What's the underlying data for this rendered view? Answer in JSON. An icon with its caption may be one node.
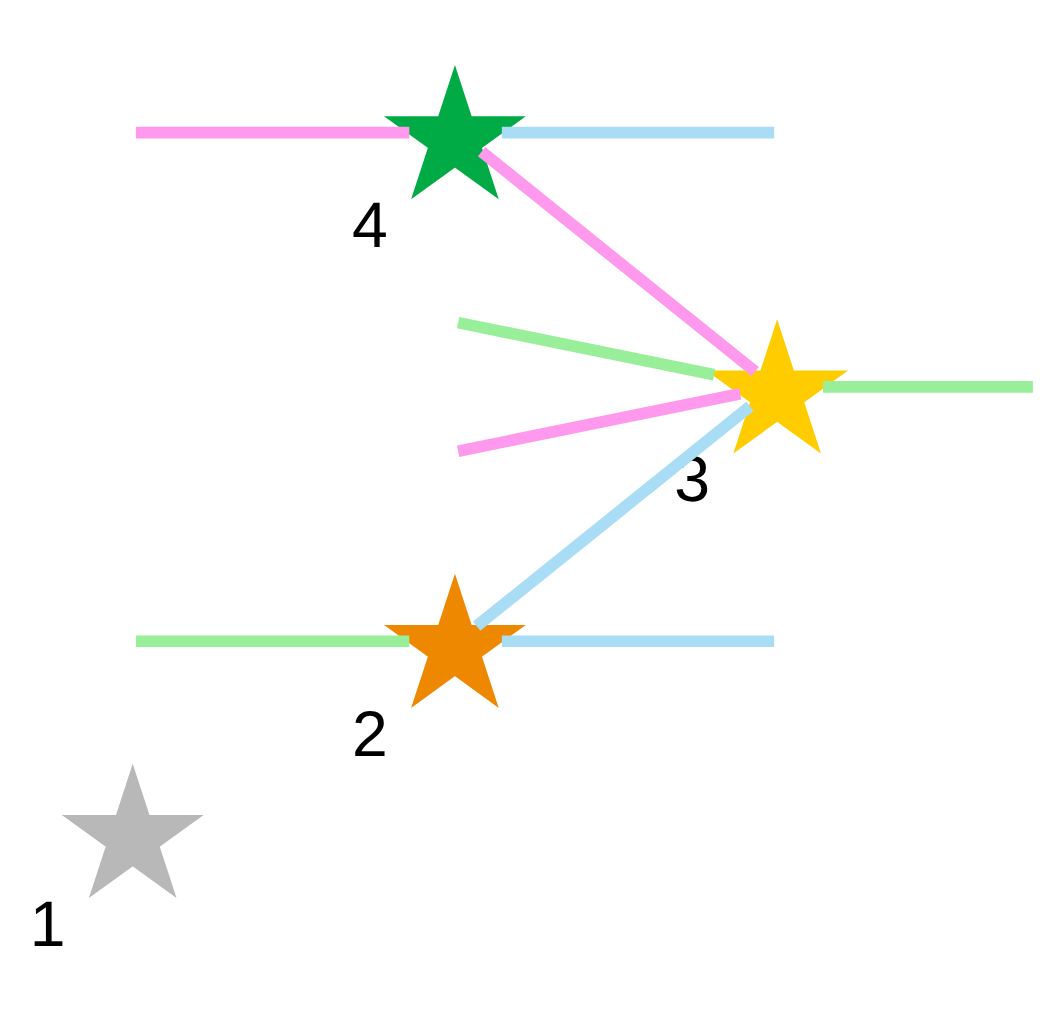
{
  "diagram": {
    "nodes": [
      {
        "text": [],
        "shape": "star",
        "beside": [
          "1"
        ]
      },
      {
        "text": [],
        "shape": "star",
        "beside": [
          "2"
        ]
      },
      {
        "text": [],
        "shape": "star",
        "beside": [
          "3"
        ]
      },
      {
        "text": [],
        "shape": "star",
        "beside": [
          "4"
        ]
      }
    ],
    "edges": [
      {
        "from": null,
        "to": 3,
        "arrow": "none",
        "color": "#ff99ee"
      },
      {
        "from": 3,
        "to": 2,
        "arrow": "none",
        "color": "#ff99ee"
      },
      {
        "from": null,
        "to": 2,
        "arrow": "none",
        "color": "#ff99ee"
      },
      {
        "from": null,
        "to": 2,
        "arrow": "none",
        "color": "#99ee99"
      },
      {
        "from": 2,
        "to": null,
        "arrow": "none",
        "color": "#99ee99"
      },
      {
        "from": 3,
        "to": null,
        "arrow": "none",
        "color": "#a8ddf5"
      },
      {
        "from": 1,
        "to": 2,
        "arrow": "none",
        "color": "#a8ddf5"
      },
      {
        "from": null,
        "to": 1,
        "arrow": "none",
        "color": "#99ee99"
      },
      {
        "from": 1,
        "to": null,
        "arrow": "none",
        "color": "#a8ddf5"
      }
    ]
  }
}
